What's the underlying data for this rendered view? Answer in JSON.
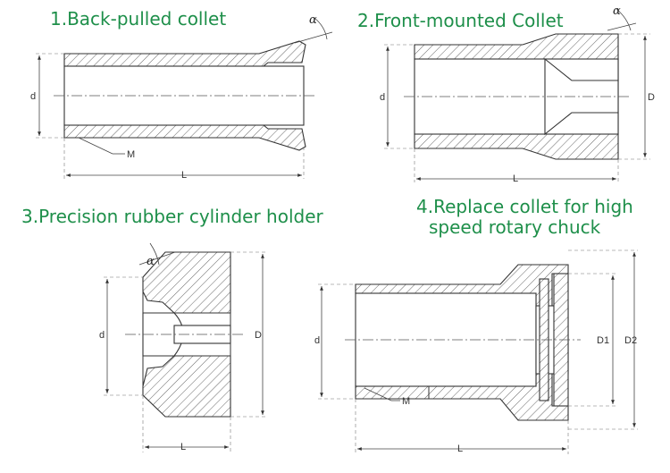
{
  "titles": {
    "t1": "1.Back-pulled collet",
    "t2": "2.Front-mounted Collet",
    "t3": "3.Precision rubber cylinder holder",
    "t4_line1": "4.Replace collet for high",
    "t4_line2": "speed rotary chuck"
  },
  "labels": {
    "d": "d",
    "D": "D",
    "L": "L",
    "M": "M",
    "alpha": "α",
    "D1": "D1",
    "D2": "D2"
  },
  "colors": {
    "title": "#1e8f4a",
    "hatch": "#666666"
  }
}
